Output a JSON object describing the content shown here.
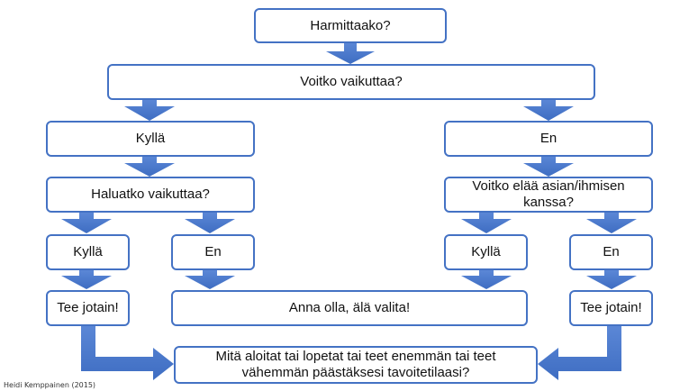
{
  "diagram": {
    "title": "Harmittaako?",
    "q_influence": "Voitko vaikuttaa?",
    "left": {
      "answer": "Kyllä",
      "question": "Haluatko vaikuttaa?",
      "yes": "Kyllä",
      "no": "En",
      "action": "Tee jotain!"
    },
    "right": {
      "answer": "En",
      "question": "Voitko elää asian/ihmisen kanssa?",
      "yes": "Kyllä",
      "no": "En",
      "action": "Tee jotain!"
    },
    "let_go": "Anna olla, älä valita!",
    "final_question": "Mitä aloitat tai lopetat tai teet enemmän tai teet vähemmän päästäksesi tavoitetilaasi?"
  },
  "credit": "Heidi Kemppainen  (2015)",
  "colors": {
    "box_border": "#4472c4",
    "arrow_fill": "#4472c4",
    "text": "#111111"
  }
}
